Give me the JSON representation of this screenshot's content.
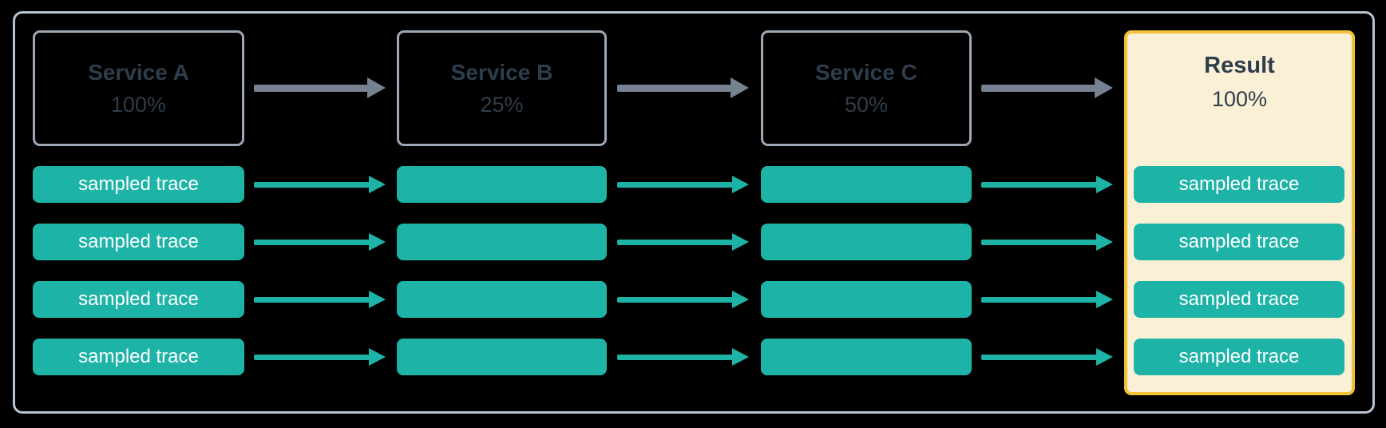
{
  "diagram": {
    "description": "Trace sampling flow across services producing a combined result",
    "colors": {
      "background": "#000000",
      "frame_border": "#b8c3d1",
      "service_box_border": "#9da8b4",
      "text_dark": "#2e3d4c",
      "trace_teal": "#1db3a6",
      "trace_text": "#ffffff",
      "arrow_gray": "#76828f",
      "result_background": "#faf0d6",
      "result_border": "#f3c237"
    },
    "columns": [
      {
        "label": "Service A",
        "rate": "100%",
        "traces": [
          "sampled trace",
          "sampled trace",
          "sampled trace",
          "sampled trace"
        ]
      },
      {
        "label": "Service B",
        "rate": "25%",
        "traces": [
          "",
          "",
          "",
          ""
        ]
      },
      {
        "label": "Service C",
        "rate": "50%",
        "traces": [
          "",
          "",
          "",
          ""
        ]
      },
      {
        "label": "Result",
        "rate": "100%",
        "traces": [
          "sampled trace",
          "sampled trace",
          "sampled trace",
          "sampled trace"
        ]
      }
    ]
  }
}
